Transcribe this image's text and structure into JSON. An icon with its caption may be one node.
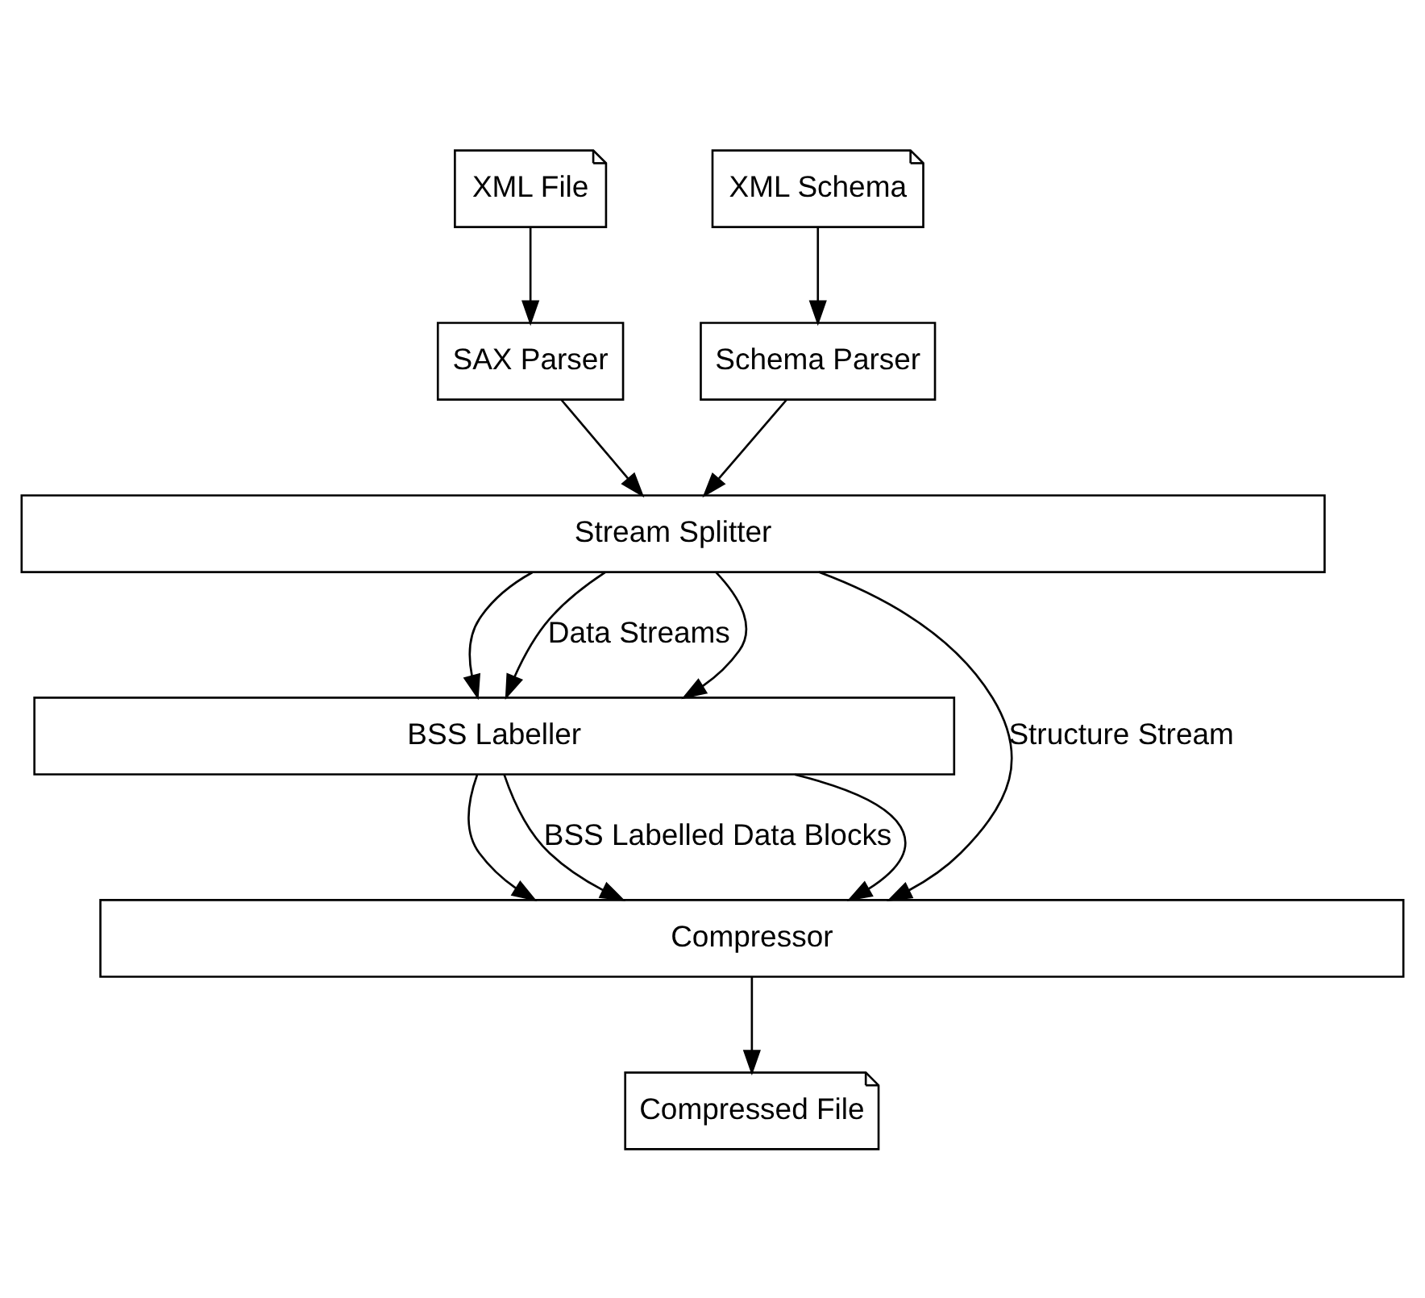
{
  "diagram": {
    "nodes": [
      {
        "text": [
          "XML File"
        ]
      },
      {
        "text": [
          "XML Schema"
        ]
      },
      {
        "text": [
          "SAX Parser"
        ]
      },
      {
        "text": [
          "Schema Parser"
        ]
      },
      {
        "text": [
          "Stream Splitter"
        ]
      },
      {
        "text": [
          "BSS Labeller"
        ]
      },
      {
        "text": [
          "Compressor"
        ]
      },
      {
        "text": [
          "Compressed File"
        ]
      }
    ],
    "edges": [
      {
        "from": 0,
        "to": 2,
        "arrow": "to"
      },
      {
        "from": 1,
        "to": 3,
        "arrow": "to"
      },
      {
        "from": 2,
        "to": 4,
        "arrow": "to"
      },
      {
        "from": 3,
        "to": 4,
        "arrow": "to"
      },
      {
        "from": 4,
        "to": 6,
        "arrow": "to",
        "label": "Structure Stream"
      },
      {
        "from": 4,
        "to": 5,
        "arrow": "to"
      },
      {
        "from": 4,
        "to": 5,
        "arrow": "to",
        "label": "Data Streams"
      },
      {
        "from": 4,
        "to": 5,
        "arrow": "to"
      },
      {
        "from": 5,
        "to": 6,
        "arrow": "to"
      },
      {
        "from": 5,
        "to": 6,
        "arrow": "to",
        "label": "BSS Labelled Data Blocks"
      },
      {
        "from": 5,
        "to": 6,
        "arrow": "to"
      },
      {
        "from": 6,
        "to": 7,
        "arrow": "to"
      }
    ]
  }
}
